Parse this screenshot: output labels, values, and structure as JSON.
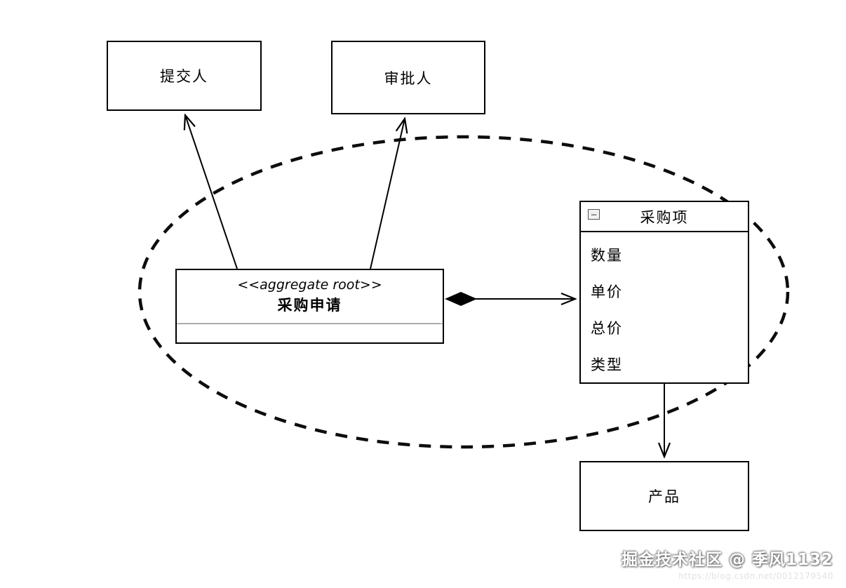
{
  "diagram": {
    "boxes": {
      "submitter": {
        "label": "提交人"
      },
      "approver": {
        "label": "审批人"
      },
      "aggregate": {
        "stereotype": "<<aggregate root>>",
        "label": "采购申请"
      },
      "purchase_item": {
        "title": "采购项",
        "collapse_glyph": "−",
        "attributes": [
          "数量",
          "单价",
          "总价",
          "类型"
        ]
      },
      "product": {
        "label": "产品"
      }
    },
    "colors": {
      "stroke": "#000000",
      "background": "#ffffff"
    },
    "watermark": {
      "line1": "掘金技术社区 @ 季风1132",
      "line2": "https://blog.csdn.net/0012179540"
    }
  }
}
